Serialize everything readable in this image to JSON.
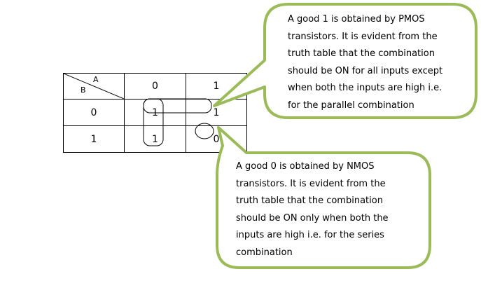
{
  "kmap": {
    "var_a": "A",
    "var_b": "B",
    "col_headers": [
      "0",
      "1"
    ],
    "row_headers": [
      "0",
      "1"
    ],
    "cells": [
      [
        "1",
        "1"
      ],
      [
        "1",
        "0"
      ]
    ]
  },
  "callouts": {
    "pmos": {
      "lines": [
        "A good 1 is obtained by PMOS",
        "transistors. It is evident from the",
        "truth table that the combination",
        "should be ON for all inputs except",
        "when both the inputs are high i.e.",
        "for the parallel combination"
      ]
    },
    "nmos": {
      "lines": [
        "A good 0 is obtained by NMOS",
        "transistors. It is evident from the",
        "truth table that the combination",
        "should be ON only when both the",
        "inputs are high i.e. for the series",
        "combination"
      ]
    }
  },
  "colors": {
    "bubble_border": "#9bbb59",
    "bubble_fill": "#ffffff"
  }
}
